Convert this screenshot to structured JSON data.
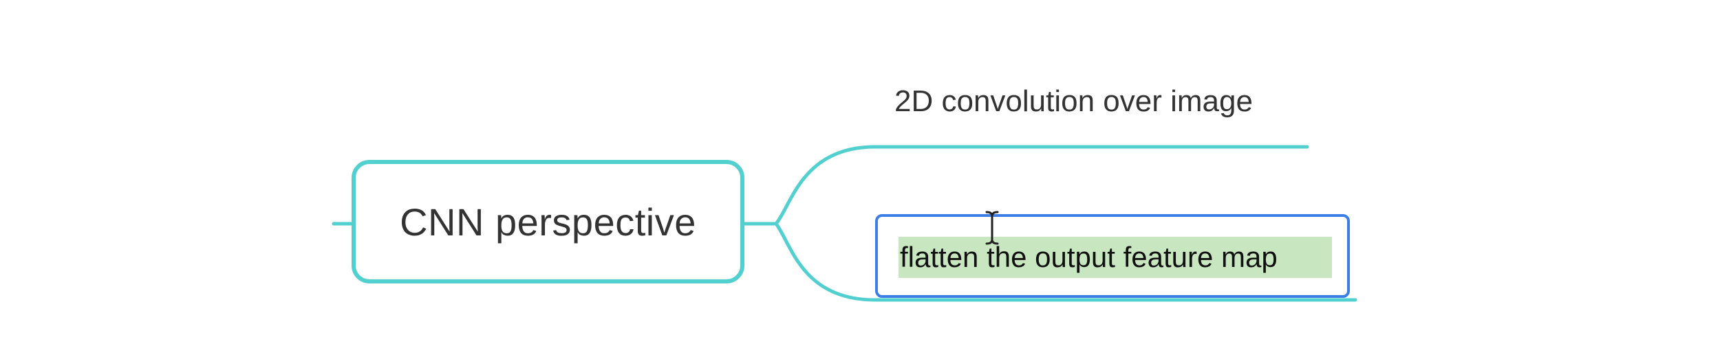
{
  "mindmap": {
    "central_topic": {
      "label": "CNN perspective"
    },
    "subtopics": [
      {
        "label": "2D convolution over image"
      },
      {
        "label": "flatten the output feature map",
        "state": "editing",
        "text_selected": true
      }
    ]
  },
  "colors": {
    "branch": "#52d0d0",
    "edit_border": "#3d7ee6",
    "selection_highlight": "#c8e6c0",
    "text": "#333333"
  },
  "icons": {
    "cursor": "text-cursor-ibeam-icon"
  }
}
